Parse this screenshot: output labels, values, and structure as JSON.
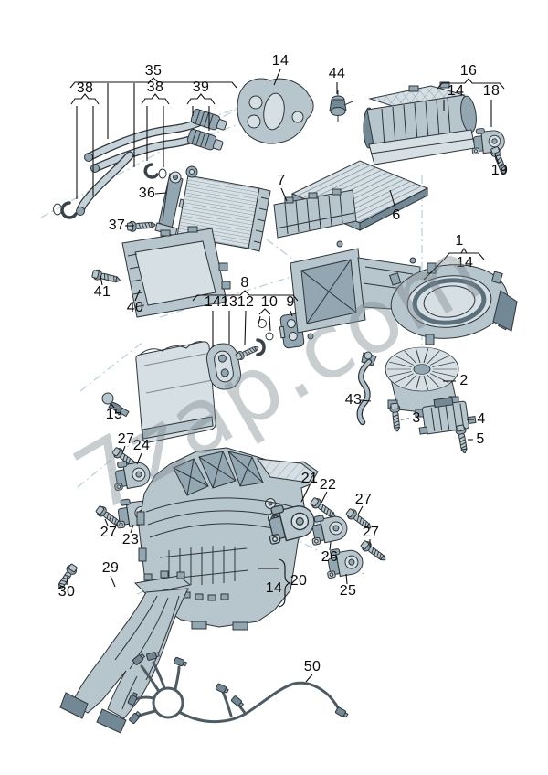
{
  "watermark": "7zap.com",
  "colors": {
    "part_fill": "#b7c5cd",
    "part_shade": "#93a7b2",
    "outline": "#2e353a",
    "guide_line": "#b7cdda",
    "watermark": "rgba(125,135,143,0.42)"
  },
  "callouts": [
    {
      "n": "35"
    },
    {
      "n": "38"
    },
    {
      "n": "38"
    },
    {
      "n": "39"
    },
    {
      "n": "14"
    },
    {
      "n": "44"
    },
    {
      "n": "16"
    },
    {
      "n": "14"
    },
    {
      "n": "18"
    },
    {
      "n": "19"
    },
    {
      "n": "7"
    },
    {
      "n": "6"
    },
    {
      "n": "36"
    },
    {
      "n": "37"
    },
    {
      "n": "41"
    },
    {
      "n": "40"
    },
    {
      "n": "8"
    },
    {
      "n": "14"
    },
    {
      "n": "13"
    },
    {
      "n": "12"
    },
    {
      "n": "10"
    },
    {
      "n": "9"
    },
    {
      "n": "1"
    },
    {
      "n": "14"
    },
    {
      "n": "2"
    },
    {
      "n": "43"
    },
    {
      "n": "3"
    },
    {
      "n": "4"
    },
    {
      "n": "5"
    },
    {
      "n": "15"
    },
    {
      "n": "27"
    },
    {
      "n": "24"
    },
    {
      "n": "27"
    },
    {
      "n": "23"
    },
    {
      "n": "21"
    },
    {
      "n": "22"
    },
    {
      "n": "27"
    },
    {
      "n": "27"
    },
    {
      "n": "26"
    },
    {
      "n": "25"
    },
    {
      "n": "14"
    },
    {
      "n": "20"
    },
    {
      "n": "29"
    },
    {
      "n": "30"
    },
    {
      "n": "50"
    }
  ]
}
